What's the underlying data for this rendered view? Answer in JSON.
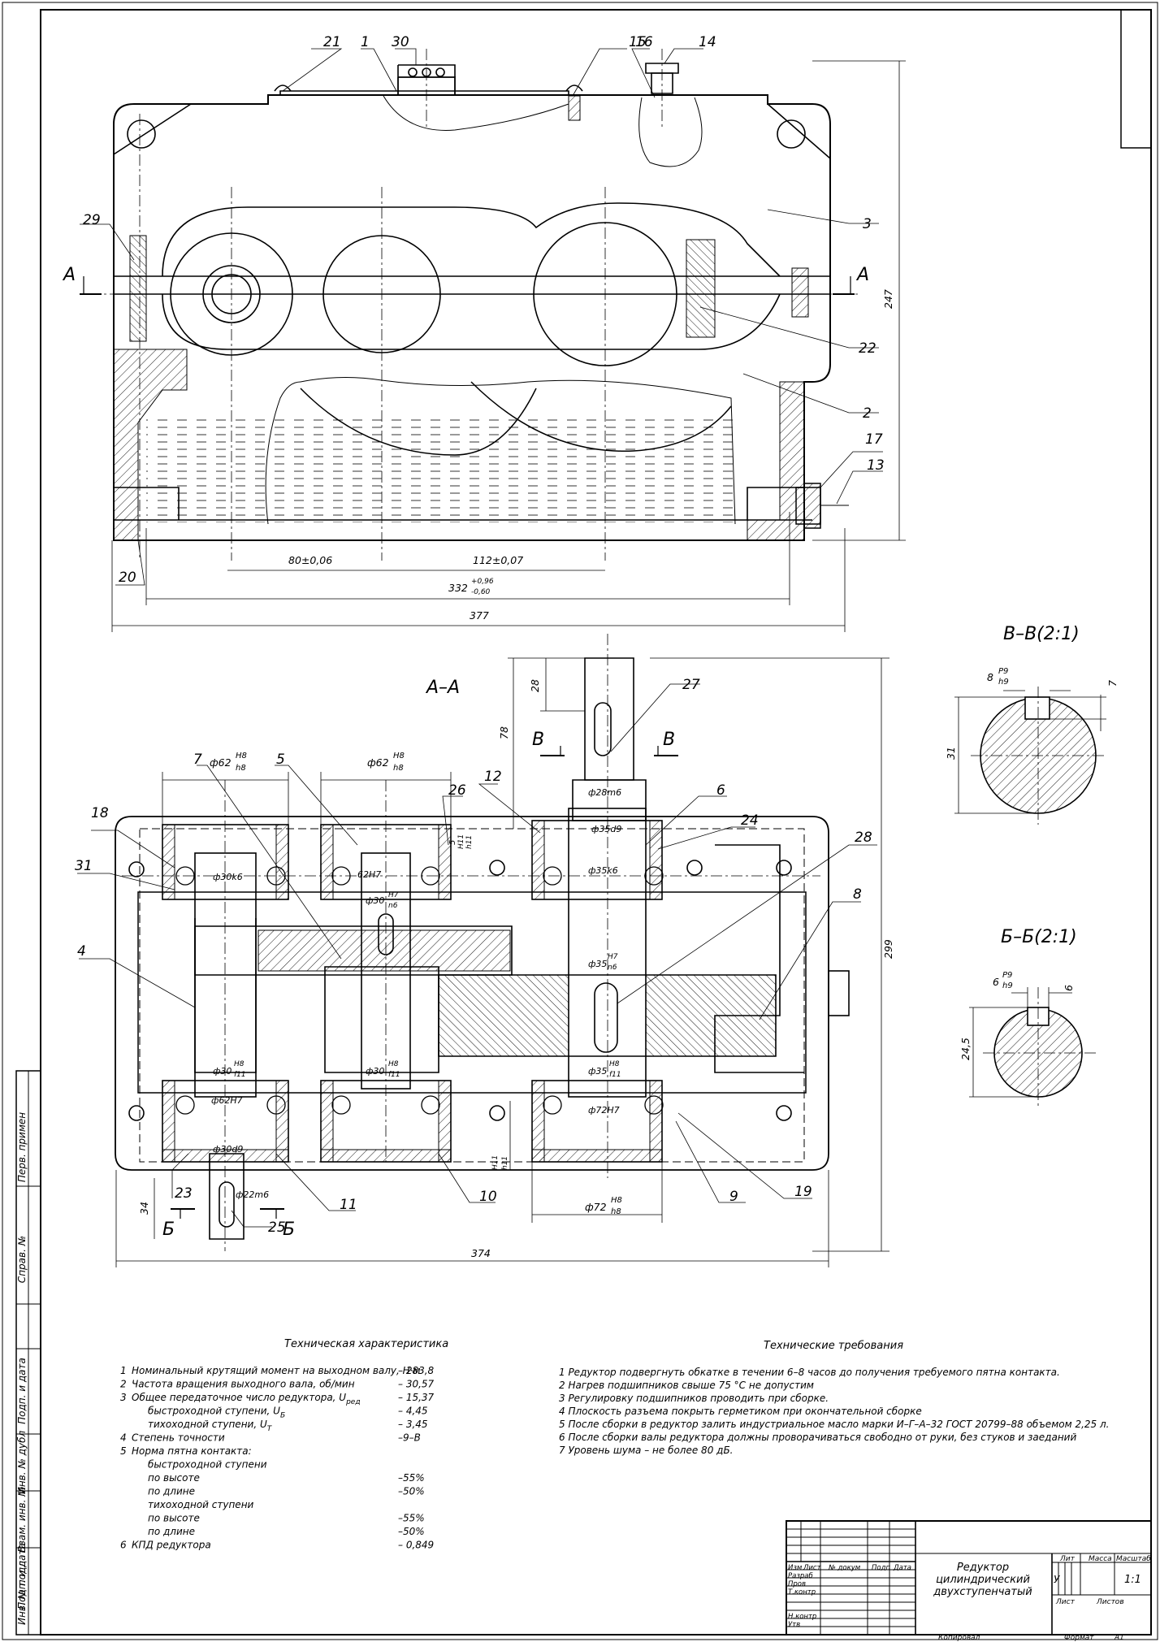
{
  "sections": {
    "aa": "А–А",
    "vv": "В–В(2:1)",
    "bb": "Б–Б(2:1)",
    "a_mark": "А",
    "b_mark": "Б",
    "v_mark": "В"
  },
  "leaders": {
    "top": [
      "21",
      "1",
      "30",
      "15",
      "16",
      "14",
      "29",
      "3",
      "22",
      "2",
      "17",
      "13",
      "20"
    ],
    "plan": [
      "27",
      "12",
      "6",
      "24",
      "26",
      "7",
      "5",
      "18",
      "31",
      "28",
      "8",
      "4",
      "23",
      "25",
      "11",
      "10",
      "9",
      "19"
    ]
  },
  "dims": {
    "top": [
      "80±0,06",
      "112±0,07",
      "332",
      "+0,96",
      "-0,60",
      "377",
      "247"
    ],
    "plan": [
      "ф62",
      "H8",
      "h8",
      "ф62",
      "H8",
      "h8",
      "28",
      "78",
      "ф28m6",
      "ф35d9",
      "ф35k6",
      "62H7",
      "ф30",
      "H7",
      "n6",
      "ф30k6",
      "5",
      "H11",
      "h11",
      "ф35",
      "H7",
      "n6",
      "ф30",
      "H8",
      "f11",
      "ф30",
      "H8",
      "f11",
      "ф35",
      "H8",
      "f11",
      "ф62H7",
      "ф72H7",
      "ф30d9",
      "ф22m6",
      "H11",
      "h11",
      "ф72",
      "H8",
      "h8",
      "34",
      "374",
      "299"
    ],
    "vv": [
      "8",
      "P9",
      "h9",
      "7",
      "31"
    ],
    "bb": [
      "6",
      "P9",
      "h9",
      "6",
      "24,5"
    ]
  },
  "tech_char": {
    "title": "Техническая характеристика",
    "items": [
      {
        "n": "1",
        "text": "Номинальный крутящий момент на выходном валу, Н·м",
        "val": "– 283,8"
      },
      {
        "n": "2",
        "text": "Частота вращения выходного вала, об/мин",
        "val": "– 30,57"
      },
      {
        "n": "3",
        "text": "Общее передаточное число редуктора, U",
        "sub": "ред",
        "val": "– 15,37"
      },
      {
        "n": "",
        "text": "быстроходной ступени, U",
        "sub": "Б",
        "val": "– 4,45"
      },
      {
        "n": "",
        "text": "тихоходной ступени, U",
        "sub": "Т",
        "val": "– 3,45"
      },
      {
        "n": "4",
        "text": "Степень точности",
        "val": "–9–В"
      },
      {
        "n": "5",
        "text": "Норма пятна контакта:",
        "val": ""
      },
      {
        "n": "",
        "text": "быстроходной ступени",
        "val": ""
      },
      {
        "n": "",
        "text": "по высоте",
        "val": "–55%"
      },
      {
        "n": "",
        "text": "по длине",
        "val": "–50%"
      },
      {
        "n": "",
        "text": "тихоходной ступени",
        "val": ""
      },
      {
        "n": "",
        "text": "по высоте",
        "val": "–55%"
      },
      {
        "n": "",
        "text": "по длине",
        "val": "–50%"
      },
      {
        "n": "6",
        "text": "КПД редуктора",
        "val": "– 0,849"
      }
    ]
  },
  "tech_req": {
    "title": "Технические требования",
    "items": [
      "1 Редуктор подвергнуть обкатке в течении 6–8 часов до получения требуемого пятна контакта.",
      "2 Нагрев подшипников свыше 75 °С не допустим",
      "3 Регулировку подшипников проводить при сборке.",
      "4 Плоскость разъема покрыть герметиком при окончательной сборке",
      "5 После сборки в редуктор залить индустриальное масло марки И–Г–А–32  ГОСТ 20799–88 объемом 2,25 л.",
      "6 После сборки валы редуктора должны проворачиваться свободно от руки, без стуков и заеданий",
      "7 Уровень шума – не более 80 дБ."
    ]
  },
  "stamp": {
    "col_heads": [
      "Изм",
      "Лист",
      "№ докум",
      "Подп",
      "Дата"
    ],
    "rows": [
      "Разраб",
      "Пров",
      "Т.контр",
      "Н.контр",
      "Утв"
    ],
    "title_lines": [
      "Редуктор",
      "цилиндрический",
      "двухступенчатый"
    ],
    "lit_head": "Лит",
    "mass_head": "Масса",
    "scale_head": "Масштаб",
    "lit": "У",
    "scale": "1:1",
    "sheet": "Лист",
    "sheets": "Листов",
    "copied": "Копировал",
    "format": "Формат",
    "format_val": "А1"
  },
  "side_strip": [
    "Перв. примен",
    "Справ. №",
    "Подп. и дата",
    "Инв. № дубл",
    "Взам. инв. №",
    "Подп. и дата",
    "Инв. № подл"
  ]
}
